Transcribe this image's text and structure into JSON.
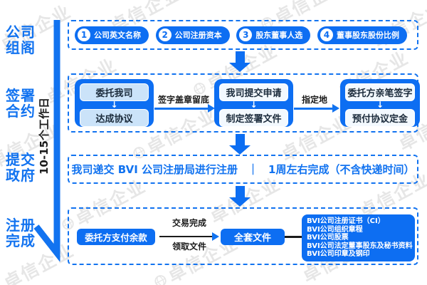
{
  "watermark": {
    "text": "卓信企业"
  },
  "colors": {
    "primary_blue": "#1273f0",
    "fill_blue": "#0d6ef2",
    "inner_tint": "#cbe3f9",
    "inner_light": "#f3f9ff",
    "dark_text": "#1b1b1b",
    "watermark_gray": "#cfcfcf"
  },
  "sidebar": {
    "duration": "10-15个工作日",
    "stages": [
      {
        "line1": "公司",
        "line2": "组阁"
      },
      {
        "line1": "签署",
        "line2": "合约"
      },
      {
        "line1": "提交",
        "line2": "政府"
      },
      {
        "line1": "注册",
        "line2": "完成"
      }
    ]
  },
  "row1": {
    "steps": [
      {
        "num": "1",
        "label": "公司英文名称"
      },
      {
        "num": "2",
        "label": "公司注册资本"
      },
      {
        "num": "3",
        "label": "股东董事人选"
      },
      {
        "num": "4",
        "label": "董事股东股份比例"
      }
    ]
  },
  "row2": {
    "box1": {
      "top": "委托我司",
      "arrow": "↓",
      "bottom": "达成协议"
    },
    "arrow1_label": "签字盖章留底",
    "box2": {
      "top": "我司提交申请",
      "arrow": "↓",
      "bottom": "制定签署文件"
    },
    "arrow2_label": "指定地",
    "box3": {
      "top": "委托方亲笔签字",
      "arrow": "↓",
      "bottom": "预付协议定金"
    }
  },
  "row3": {
    "part1": "我司递交  BVI  公司注册局进行注册",
    "separator": "｜",
    "part2": "1周左右完成（不含快递时间）"
  },
  "row4": {
    "payment": "委托方支付余款",
    "arrow_top_label": "交易完成",
    "arrow_bottom_label": "领取文件",
    "package": "全套文件",
    "documents": [
      "BVI公司注册证书（CI）",
      "BVI公司组织章程",
      "BVI公司股票",
      "BVI公司法定董事股东及秘书资料",
      "BVI公司印章及钢印"
    ]
  }
}
